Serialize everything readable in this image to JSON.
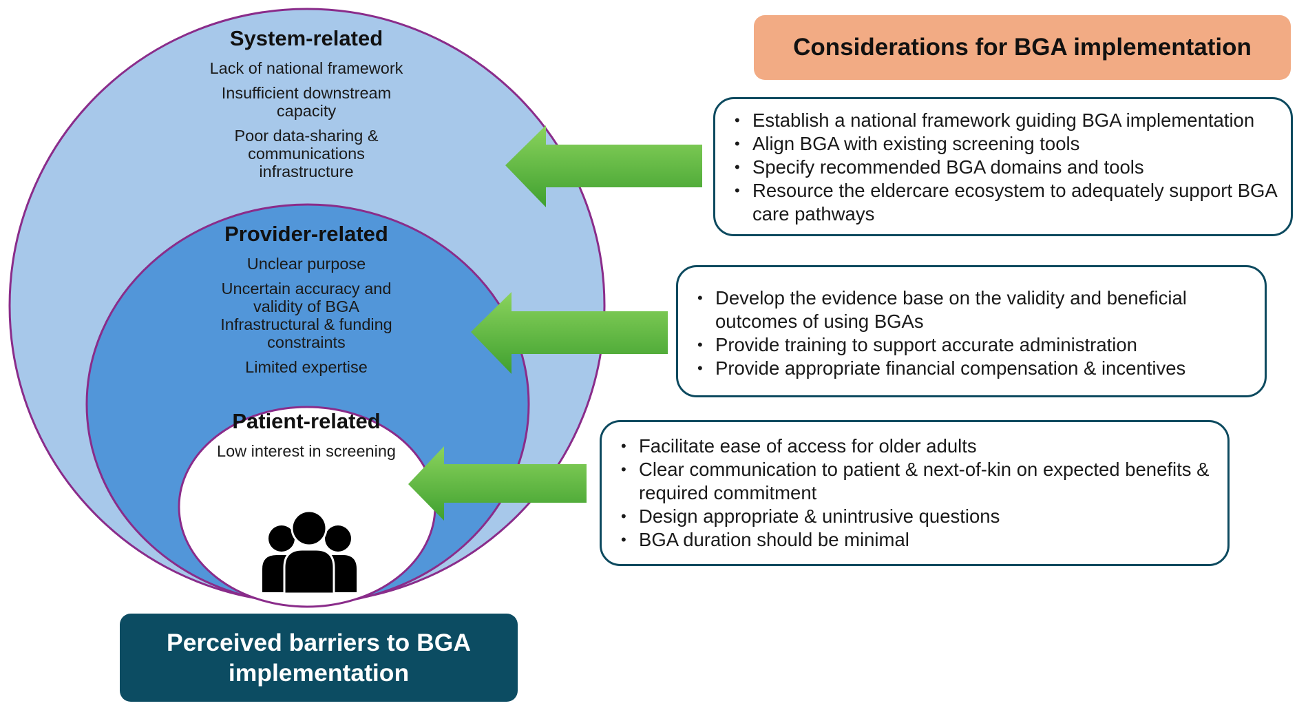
{
  "considerations_header": "Considerations for BGA implementation",
  "barriers_label": "Perceived barriers to BGA implementation",
  "colors": {
    "outer_ring": "#a7c8ea",
    "middle_ring": "#5296d9",
    "inner_ring": "#ffffff",
    "ring_border": "#8a2c8a",
    "header_bg": "#f2ab84",
    "barriers_bg": "#0c4c62",
    "box_border": "#0d4a5f",
    "arrow_green": "#5fb93f"
  },
  "rings": {
    "system": {
      "title": "System-related",
      "items": [
        "Lack of national framework",
        "Insufficient downstream capacity",
        "Poor data-sharing & communications infrastructure"
      ]
    },
    "provider": {
      "title": "Provider-related",
      "items": [
        "Unclear purpose",
        "Uncertain accuracy and validity of BGA",
        "Infrastructural & funding constraints",
        "Limited expertise"
      ]
    },
    "patient": {
      "title": "Patient-related",
      "items": [
        "Low interest in screening"
      ],
      "icon": "people-group-icon"
    }
  },
  "considerations": {
    "system": [
      "Establish a national framework guiding BGA implementation",
      "Align BGA with existing screening tools",
      "Specify recommended BGA domains and tools",
      "Resource the eldercare ecosystem to adequately support BGA care pathways"
    ],
    "provider": [
      "Develop the evidence base on the validity and beneficial outcomes of using BGAs",
      "Provide training to support accurate administration",
      "Provide appropriate financial compensation & incentives"
    ],
    "patient": [
      "Facilitate ease of access for older adults",
      "Clear communication to patient & next-of-kin on expected benefits & required commitment",
      "Design appropriate & unintrusive questions",
      "BGA duration should be minimal"
    ]
  }
}
